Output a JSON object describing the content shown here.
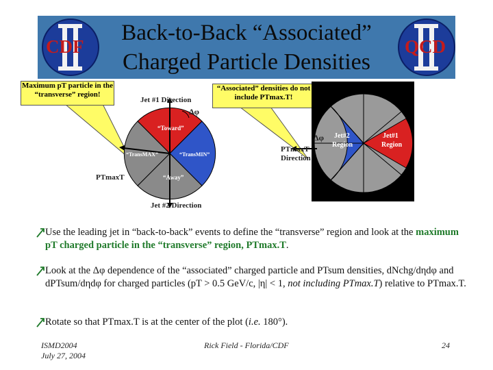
{
  "banner": {
    "title_line1": "Back-to-Back “Associated”",
    "title_line2": "Charged Particle Densities",
    "logo_left_text": "CDF",
    "logo_right_text": "QCD",
    "logo_left_numeral": "II",
    "logo_right_numeral": "II"
  },
  "callouts": {
    "left": "Maximum pT particle in the “transverse” region!",
    "right": "“Associated” densities do not include PTmax.T!"
  },
  "diagram_left": {
    "jet1_label": "Jet #1 Direction",
    "jet2_label": "Jet #2 Direction",
    "delta_phi": "Δφ",
    "toward": "“Toward”",
    "trans_max": "“TransMAX”",
    "trans_min": "“TransMIN”",
    "away": "“Away”",
    "ptmax_label": "PTmaxT",
    "colors": {
      "toward": "#d92121",
      "trans_max": "#8a8a8a",
      "trans_min": "#2f55c8",
      "away": "#8a8a8a"
    }
  },
  "diagram_right": {
    "delta_phi": "Δφ",
    "ptmax_label_line1": "PTmaxT",
    "ptmax_label_line2": "Direction",
    "jet2_line1": "Jet#2",
    "jet2_line2": "Region",
    "jet1_line1": "Jet#1",
    "jet1_line2": "Region",
    "colors": {
      "jet1": "#d92121",
      "jet2": "#2f55c8",
      "gray": "#9a9a9a"
    }
  },
  "bullets": [
    {
      "part1": "Use the leading jet in “back-to-back” events to define the “transverse” region and look at the ",
      "highlight": "maximum pT charged particle in the “transverse” region, PTmax.T",
      "part2": "."
    },
    {
      "part1": "Look at the ",
      "sym": "Δφ",
      "part2": " dependence of the “associated” charged particle and PTsum densities, dNchg/dηdφ and dPTsum/dηdφ for charged particles (pT > 0.5 GeV/c, |η| < 1, ",
      "italic": "not including PTmax.T",
      "part3": ") relative to PTmax.T."
    },
    {
      "part1": "Rotate so that PTmax.T is at the center of the plot (",
      "italic": "i.e.",
      "part2": " 180°)."
    }
  ],
  "footer": {
    "left_line1": "ISMD2004",
    "left_line2": "July 27, 2004",
    "center": "Rick Field - Florida/CDF",
    "right": "24"
  }
}
